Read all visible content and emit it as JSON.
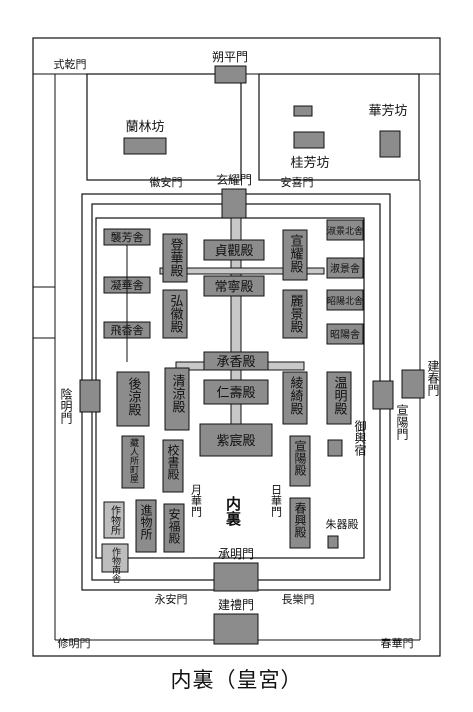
{
  "caption": "内裏（皇宮）",
  "gates": {
    "sakuhei": "朔平門",
    "genki": "玄耀門",
    "kian": "徽安門",
    "anki": "安喜門",
    "shikiken": "式乾門",
    "inmei": "陰明門",
    "senyo": "宣陽門",
    "kenshun": "建春門",
    "shomei": "承明門",
    "kenrei": "建禮門",
    "eian": "永安門",
    "choraku": "長樂門",
    "shumei": "修明門",
    "shunka": "春華門",
    "gekka": "月華門",
    "nikka": "日華門"
  },
  "areas": {
    "ranrin": "蘭林坊",
    "kaho": "華芳坊",
    "keiho": "桂芳坊",
    "dairi": "内裏"
  },
  "buildings": {
    "shuho": "襲芳舎",
    "gyoka": "凝華舎",
    "hikyo": "飛香舎",
    "toka": "登華殿",
    "koki": "弘徽殿",
    "jogan": "貞觀殿",
    "joneï": "常寧殿",
    "senyoden": "宣耀殿",
    "reikei": "麗景殿",
    "gyokei_kita": "淑景北舎",
    "shigei": "淑景舎",
    "shoyo_kita": "昭陽北舎",
    "shoyo": "昭陽舎",
    "jokyo": "承香殿",
    "jinju": "仁壽殿",
    "korya": "後涼殿",
    "seiryo": "清涼殿",
    "ryoki": "綾綺殿",
    "unmei": "温明殿",
    "shishin": "紫宸殿",
    "gyoku": "御輿宿",
    "kurodo": "藏人所町屋",
    "kyosho": "校書殿",
    "senyo_den": "宣陽殿",
    "sakumotsu": "作物所",
    "shinmotsu": "進物所",
    "anpuku": "安福殿",
    "shunko": "春興殿",
    "sakumotsu_minami": "作物南舎",
    "sokiden": "朱器殿"
  }
}
